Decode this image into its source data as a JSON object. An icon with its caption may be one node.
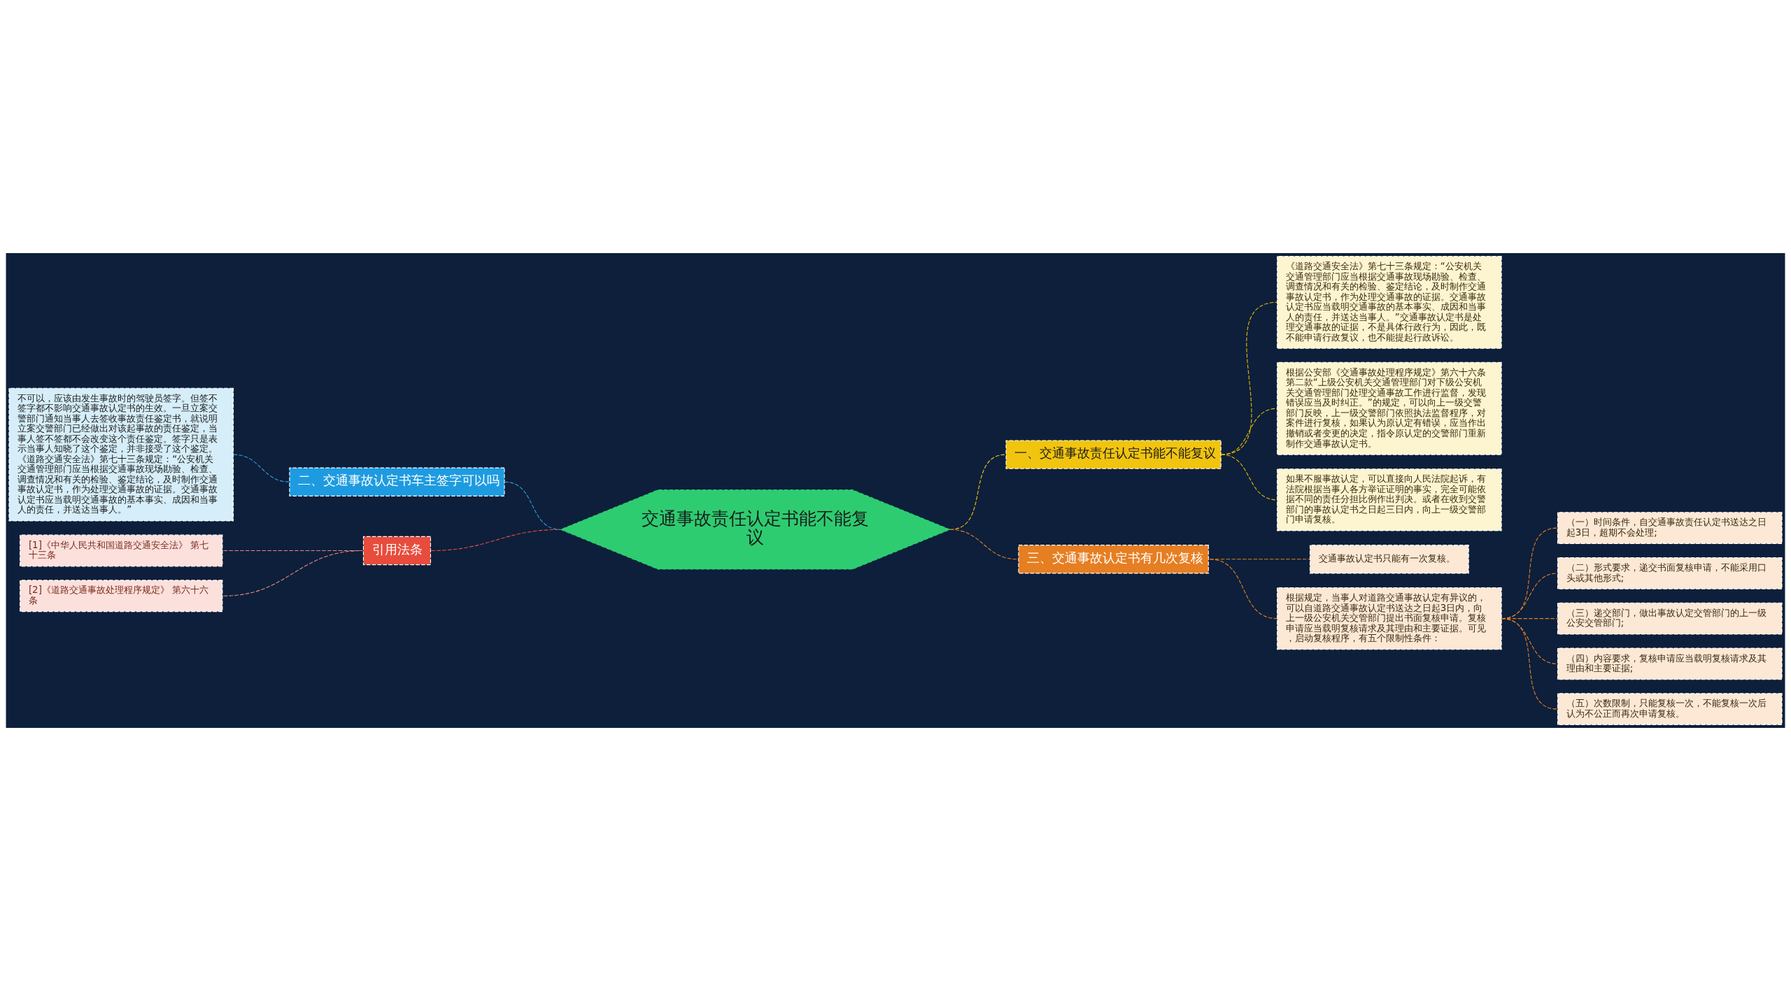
{
  "diagram": {
    "nodes": [
      {
        "text": [
          "交通事故责任认定书能不能复议"
        ]
      },
      {
        "text": [
          "二、交通事故认定书车主签字可以吗"
        ]
      },
      {
        "text": [
          "不可以，应该由发生事故时的驾驶员签字。但签不签字都不影响交通事故认定书的生效。一旦立案交警部门通知当事人去签收事故责任鉴定书，就说明立案交警部门已经做出对该起事故的责任鉴定，当事人签不签都不会改变这个责任鉴定。签字只是表示当事人知晓了这个鉴定，并非接受了这个鉴定。《道路交通安全法》第七十三条规定：“公安机关交通管理部门应当根据交通事故现场勘验、检查、调查情况和有关的检验、鉴定结论，及时制作交通事故认定书，作为处理交通事故的证据。交通事故认定书应当载明交通事故的基本事实、成因和当事人的责任，并送达当事人。”"
        ]
      },
      {
        "text": [
          "引用法条"
        ]
      },
      {
        "text": [
          "[1]《中华人民共和国道路交通安全法》 第七十三条"
        ]
      },
      {
        "text": [
          "[2]《道路交通事故处理程序规定》 第六十六条"
        ]
      },
      {
        "text": [
          "一、交通事故责任认定书能不能复议"
        ]
      },
      {
        "text": [
          "《道路交通安全法》第七十三条规定：“公安机关交通管理部门应当根据交通事故现场勘验、检查、调查情况和有关的检验、鉴定结论，及时制作交通事故认定书，作为处理交通事故的证据。交通事故认定书应当载明交通事故的基本事实、成因和当事人的责任，并送达当事人。”交通事故认定书是处理交通事故的证据，不是具体行政行为，因此，既不能申请行政复议，也不能提起行政诉讼。"
        ]
      },
      {
        "text": [
          "根据公安部《交通事故处理程序规定》第六十六条第二款“上级公安机关交通管理部门对下级公安机关交通管理部门处理交通事故工作进行监督，发现错误应当及时纠正。”的规定，可以向上一级交警部门反映，上一级交警部门依照执法监督程序，对案件进行复核，如果认为原认定有错误，应当作出撤销或者变更的决定，指令原认定的交警部门重新制作交通事故认定书。"
        ]
      },
      {
        "text": [
          "如果不服事故认定，可以直接向人民法院起诉，有法院根据当事人各方举证证明的事实，完全可能依据不同的责任分担比例作出判决。或者在收到交警部门的事故认定书之日起三日内，向上一级交警部门申请复核。"
        ]
      },
      {
        "text": [
          "三、交通事故认定书有几次复核"
        ]
      },
      {
        "text": [
          "交通事故认定书只能有一次复核。"
        ]
      },
      {
        "text": [
          "根据规定，当事人对道路交通事故认定有异议的，可以自道路交通事故认定书送达之日起3日内，向上一级公安机关交管部门提出书面复核申请。复核申请应当载明复核请求及其理由和主要证据。可见，启动复核程序，有五个限制性条件："
        ]
      },
      {
        "text": [
          "（一）时间条件，自交通事故责任认定书送达之日起3日，超期不会处理;"
        ]
      },
      {
        "text": [
          "（二）形式要求，递交书面复核申请，不能采用口头或其他形式;"
        ]
      },
      {
        "text": [
          "（三）递交部门，做出事故认定交管部门的上一级公安交管部门;"
        ]
      },
      {
        "text": [
          "（四）内容要求，复核申请应当载明复核请求及其理由和主要证据;"
        ]
      },
      {
        "text": [
          "（五）次数限制，只能复核一次，不能复核一次后认为不公正而再次申请复核。"
        ]
      }
    ],
    "edges": [
      {
        "from": 0,
        "to": 1,
        "arrow": "none",
        "style": "dashed",
        "color": "#2a9fd8"
      },
      {
        "from": 1,
        "to": 2,
        "arrow": "none",
        "style": "dashed",
        "color": "#2a9fd8"
      },
      {
        "from": 0,
        "to": 3,
        "arrow": "none",
        "style": "dashed",
        "color": "#e74c3c"
      },
      {
        "from": 3,
        "to": 4,
        "arrow": "none",
        "style": "dashed",
        "color": "#e88a7a"
      },
      {
        "from": 3,
        "to": 5,
        "arrow": "none",
        "style": "dashed",
        "color": "#e88a7a"
      },
      {
        "from": 0,
        "to": 6,
        "arrow": "none",
        "style": "dashed",
        "color": "#f1c40f"
      },
      {
        "from": 6,
        "to": 7,
        "arrow": "none",
        "style": "dashed",
        "color": "#e6b800"
      },
      {
        "from": 6,
        "to": 8,
        "arrow": "none",
        "style": "dashed",
        "color": "#e6b800"
      },
      {
        "from": 6,
        "to": 9,
        "arrow": "none",
        "style": "dashed",
        "color": "#e6b800"
      },
      {
        "from": 0,
        "to": 10,
        "arrow": "none",
        "style": "dashed",
        "color": "#e67e22"
      },
      {
        "from": 10,
        "to": 11,
        "arrow": "none",
        "style": "dashed",
        "color": "#e67e22"
      },
      {
        "from": 10,
        "to": 12,
        "arrow": "none",
        "style": "dashed",
        "color": "#e67e22"
      },
      {
        "from": 12,
        "to": 13,
        "arrow": "none",
        "style": "dashed",
        "color": "#e67e22"
      },
      {
        "from": 12,
        "to": 14,
        "arrow": "none",
        "style": "dashed",
        "color": "#e67e22"
      },
      {
        "from": 12,
        "to": 15,
        "arrow": "none",
        "style": "dashed",
        "color": "#e67e22"
      },
      {
        "from": 12,
        "to": 16,
        "arrow": "none",
        "style": "dashed",
        "color": "#e67e22"
      },
      {
        "from": 12,
        "to": 17,
        "arrow": "none",
        "style": "dashed",
        "color": "#e67e22"
      }
    ]
  }
}
